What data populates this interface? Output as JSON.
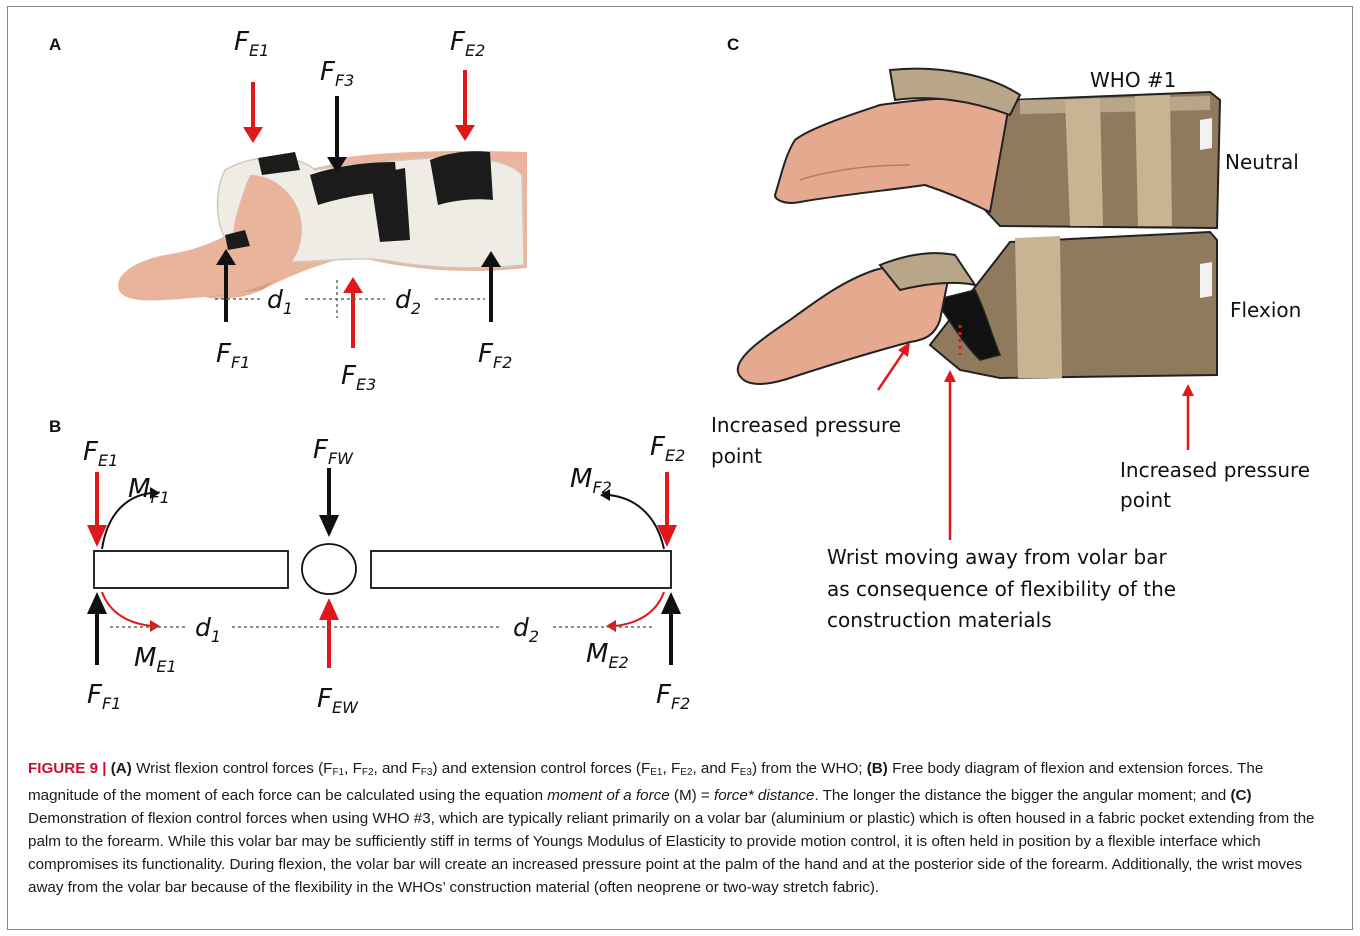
{
  "panels": {
    "a": {
      "letter": "A"
    },
    "b": {
      "letter": "B"
    },
    "c": {
      "letter": "C"
    }
  },
  "forces": {
    "fe1": {
      "base": "F",
      "sub": "E1"
    },
    "fe2": {
      "base": "F",
      "sub": "E2"
    },
    "fe3": {
      "base": "F",
      "sub": "E3"
    },
    "ff1": {
      "base": "F",
      "sub": "F1"
    },
    "ff2": {
      "base": "F",
      "sub": "F2"
    },
    "ff3": {
      "base": "F",
      "sub": "F3"
    },
    "ffw": {
      "base": "F",
      "sub": "FW"
    },
    "few": {
      "base": "F",
      "sub": "EW"
    }
  },
  "moments": {
    "mf1": {
      "base": "M",
      "sub": "F1"
    },
    "mf2": {
      "base": "M",
      "sub": "F2"
    },
    "me1": {
      "base": "M",
      "sub": "E1"
    },
    "me2": {
      "base": "M",
      "sub": "E2"
    }
  },
  "distances": {
    "d1": {
      "base": "d",
      "sub": "1"
    },
    "d2": {
      "base": "d",
      "sub": "2"
    }
  },
  "panel_c": {
    "title": "WHO #1",
    "neutral": "Neutral",
    "flexion": "Flexion",
    "pressure_left_line1": "Increased pressure",
    "pressure_left_line2": "point",
    "pressure_right_line1": "Increased pressure",
    "pressure_right_line2": "point",
    "wrist_line1": "Wrist moving away from volar bar",
    "wrist_line2": "as consequence of flexibility of the",
    "wrist_line3": "construction materials"
  },
  "caption": {
    "figure_label": "FIGURE 9 |",
    "a_tag": "(A)",
    "a_text": "Wrist flexion control forces (F",
    "ff1_sub": "F1",
    "sep1": ", F",
    "ff2_sub": "F2",
    "sep2": ", and F",
    "ff3_sub": "F3",
    "a_text2": ") and extension control forces (F",
    "fe1_sub": "E1",
    "sep3": ", F",
    "fe2_sub": "E2",
    "sep4": ", and F",
    "fe3_sub": "E3",
    "a_text3": ") from the WHO;",
    "b_tag": "(B)",
    "b_text": "Free body diagram of flexion and extension forces. The magnitude of the moment of each force can be calculated using the equation",
    "eq_term1": "moment of a force",
    "eq_mid": "(M) =",
    "eq_term2": "force* distance",
    "b_text2": ". The longer the distance the bigger the angular moment; and",
    "c_tag": "(C)",
    "c_text": "Demonstration of flexion control forces when using WHO #3, which are typically reliant primarily on a volar bar (aluminium or plastic) which is often housed in a fabric pocket extending from the palm to the forearm. While this volar bar may be sufficiently stiff in terms of Youngs Modulus of Elasticity to provide motion control, it is often held in position by a flexible interface which compromises its functionality. During flexion, the volar bar will create an increased pressure point at the palm of the hand and at the posterior side of the forearm. Additionally, the wrist moves away from the volar bar because of the flexibility in the WHOs’ construction material (often neoprene or two-way stretch fabric)."
  },
  "colors": {
    "force_red": "#e0181b",
    "force_black": "#111111",
    "skin": "#e9b49c",
    "splint_white": "#efece6",
    "strap_black": "#1b1b1b",
    "brace_tan": "#8f7a5e"
  }
}
